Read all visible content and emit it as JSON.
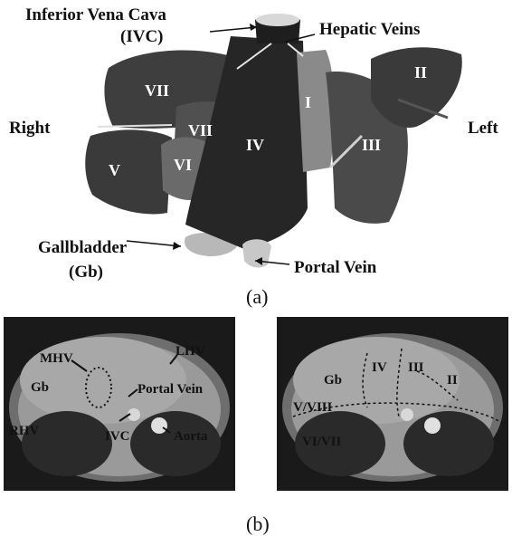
{
  "panel_a": {
    "labels": {
      "ivc_line1": "Inferior Vena Cava",
      "ivc_line2": "(IVC)",
      "hepatic_veins": "Hepatic Veins",
      "right": "Right",
      "left": "Left",
      "gallbladder_line1": "Gallbladder",
      "gallbladder_line2": "(Gb)",
      "portal_vein": "Portal Vein"
    },
    "segments": {
      "s1": "I",
      "s2": "II",
      "s3": "III",
      "s4": "IV",
      "s5": "V",
      "s6": "VI",
      "s7a": "VII",
      "s7b": "VII"
    },
    "caption": "(a)"
  },
  "panel_b": {
    "left_image_labels": {
      "mhv": "MHV",
      "lhv": "LHV",
      "gb": "Gb",
      "portal_vein": "Portal Vein",
      "rhv": "RHV",
      "ivc": "IVC",
      "aorta": "Aorta"
    },
    "right_image_labels": {
      "gb": "Gb",
      "iv": "IV",
      "iii": "III",
      "ii": "II",
      "v_viii": "V/VIII",
      "vi_vii": "VI/VII"
    },
    "caption": "(b)"
  },
  "colors": {
    "liver_dark": "#2a2a2a",
    "liver_mid": "#4a4a4a",
    "liver_light": "#777777",
    "mri_bg": "#1a1a1a"
  }
}
